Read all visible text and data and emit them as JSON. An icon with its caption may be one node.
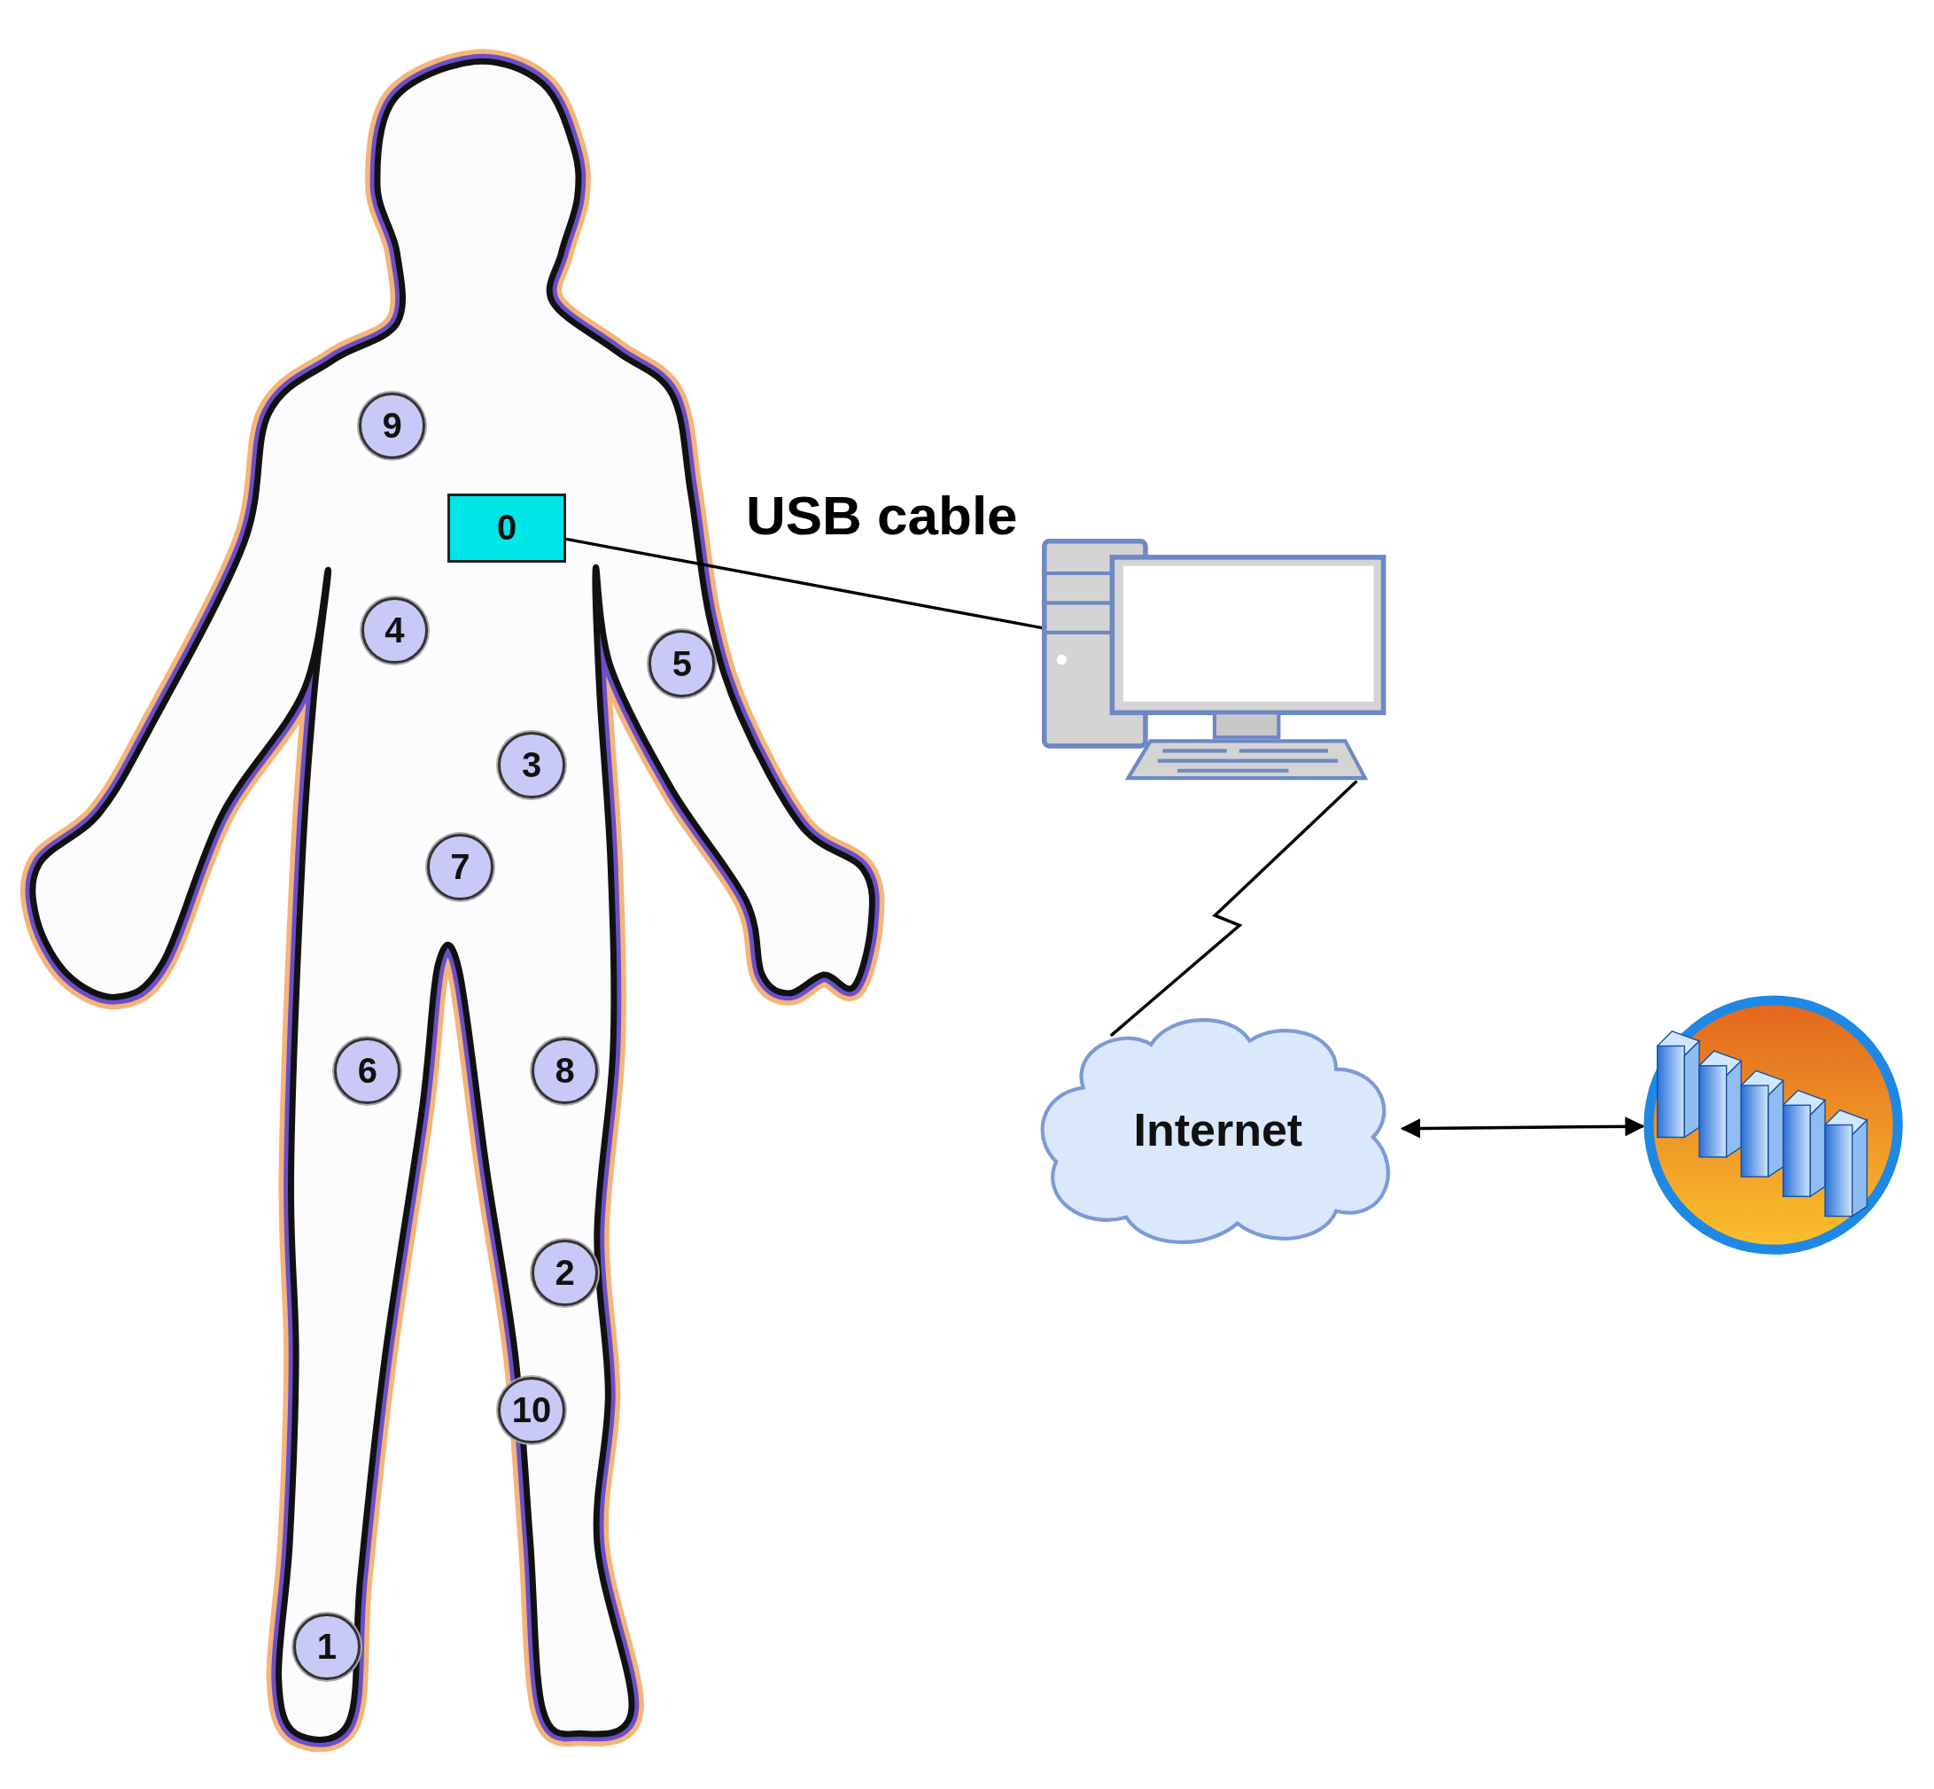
{
  "diagram": {
    "nodes": [
      {
        "text": [
          "9"
        ]
      },
      {
        "text": [
          "0"
        ]
      },
      {
        "text": [
          "4"
        ]
      },
      {
        "text": [
          "5"
        ]
      },
      {
        "text": [
          "3"
        ]
      },
      {
        "text": [
          "7"
        ]
      },
      {
        "text": [
          "6"
        ]
      },
      {
        "text": [
          "8"
        ]
      },
      {
        "text": [
          "2"
        ]
      },
      {
        "text": [
          "10"
        ]
      },
      {
        "text": [
          "1"
        ]
      },
      {
        "text": [],
        "shape": "picture"
      },
      {
        "text": [
          "Internet"
        ]
      },
      {
        "text": [],
        "shape": "picture"
      }
    ],
    "edges": [
      {
        "from": 1,
        "to": 11,
        "arrow": "none",
        "label": "USB cable"
      },
      {
        "from": 11,
        "to": 12,
        "arrow": "none"
      },
      {
        "from": 12,
        "to": 13,
        "arrow": "both"
      }
    ]
  }
}
